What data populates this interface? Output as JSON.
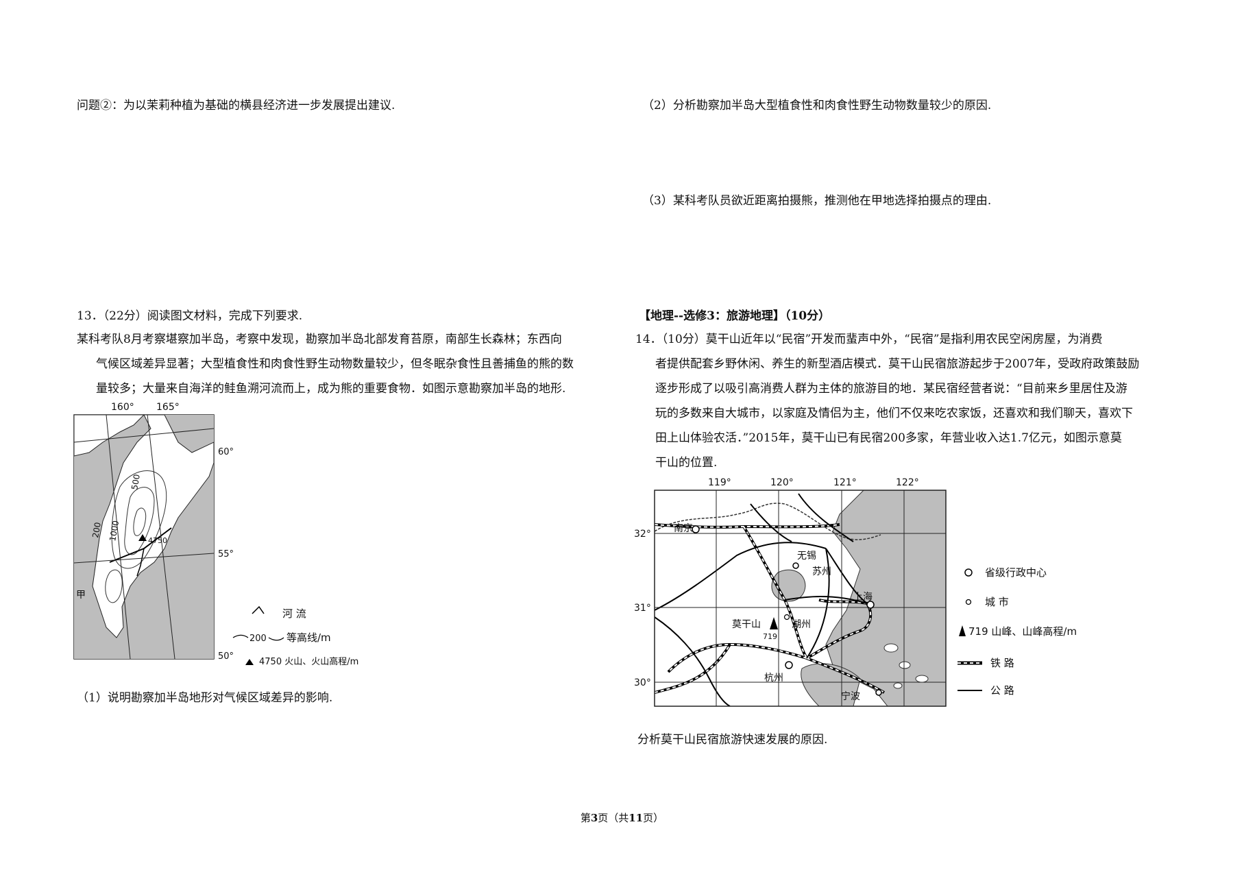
{
  "left": {
    "q2_text": "问题②：为以茉莉种植为基础的横县经济进一步发展提出建议.",
    "q13_header": "13．（22分）阅读图文材料，完成下列要求.",
    "q13_para_line1": "某科考队8月考察堪察加半岛，考察中发现，勘察加半岛北部发育苔原，南部生长森林；东西向",
    "q13_para_line2": "气候区域差异显著；大型植食性和肉食性野生动物数量较少，但冬眠杂食性且善捕鱼的熊的数",
    "q13_para_line3": "量较多；大量来自海洋的鲑鱼溯河流而上，成为熊的重要食物．如图示意勘察加半岛的地形.",
    "map": {
      "lon_labels": [
        "160°",
        "165°"
      ],
      "lat_labels": [
        "60°",
        "55°",
        "50°"
      ],
      "contour_labels": [
        "500",
        "200",
        "1000"
      ],
      "volcano_label": "4750",
      "place_label": "甲",
      "legend": {
        "river": "河   流",
        "contour_value": "200",
        "contour": "等高线/m",
        "volcano": "4750 火山、火山高程/m"
      }
    },
    "q13_sub1": "（1）说明勘察加半岛地形对气候区域差异的影响."
  },
  "right": {
    "q13_sub2": "（2）分析勘察加半岛大型植食性和肉食性野生动物数量较少的原因.",
    "q13_sub3": "（3）某科考队员欲近距离拍摄熊，推测他在甲地选择拍摄点的理由.",
    "section_title": "【地理--选修3：旅游地理】（10分）",
    "q14_line1": "14．（10分）莫干山近年以“民宿”开发而蜚声中外，“民宿”是指利用农民空闲房屋，为消费",
    "q14_line2": "者提供配套乡野休闲、养生的新型酒店模式．莫干山民宿旅游起步于2007年，受政府政策鼓励",
    "q14_line3": "逐步形成了以吸引高消费人群为主体的旅游目的地．某民宿经营者说：“目前来乡里居住及游",
    "q14_line4": "玩的多数来自大城市，以家庭及情侣为主，他们不仅来吃农家饭，还喜欢和我们聊天，喜欢下",
    "q14_line5": "田上山体验农活．”2015年，莫干山已有民宿200多家，年营业收入达1.7亿元，如图示意莫",
    "q14_line6": "干山的位置.",
    "map": {
      "lon_labels": [
        "119°",
        "120°",
        "121°",
        "122°"
      ],
      "lat_labels": [
        "32°",
        "31°",
        "30°"
      ],
      "cities": [
        "南京",
        "无锡",
        "苏州",
        "上海",
        "湖州",
        "杭州",
        "宁波",
        "莫干山"
      ],
      "peak_value": "719",
      "legend": {
        "capital": "省级行政中心",
        "city": "城   市",
        "peak": "719 山峰、山峰高程/m",
        "railway": "铁   路",
        "road": "公   路"
      }
    },
    "q14_question": "分析莫干山民宿旅游快速发展的原因."
  },
  "footer": {
    "prefix": "第",
    "page": "3",
    "middle": "页（共",
    "total": "11",
    "suffix": "页）"
  }
}
